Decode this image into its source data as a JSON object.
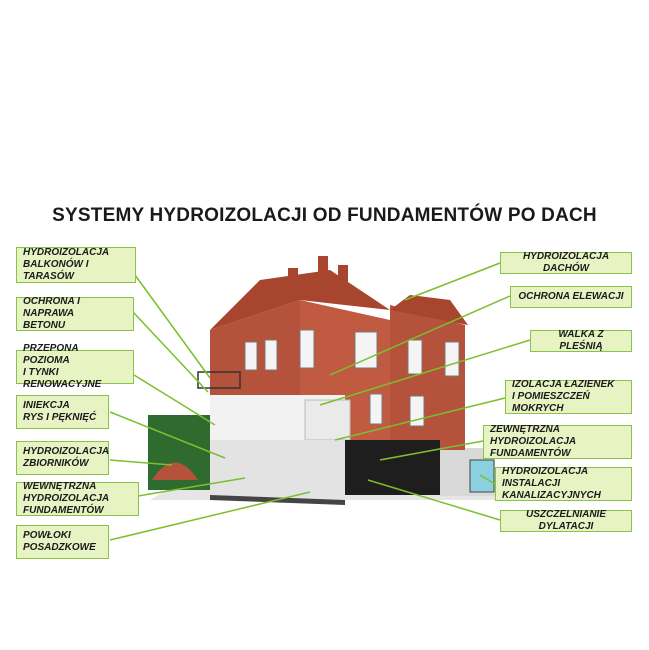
{
  "title": "SYSTEMY HYDROIZOLACJI OD FUNDAMENTÓW PO DACH",
  "left_labels": [
    {
      "l1": "HYDROIZOLACJA",
      "l2": "BALKONÓW I TARASÓW"
    },
    {
      "l1": "OCHRONA I NAPRAWA",
      "l2": "BETONU"
    },
    {
      "l1": "PRZEPONA POZIOMA",
      "l2": "I TYNKI RENOWACYJNE"
    },
    {
      "l1": "INIEKCJA",
      "l2": "RYS I PĘKNIĘĆ"
    },
    {
      "l1": "HYDROIZOLACJA",
      "l2": "ZBIORNIKÓW"
    },
    {
      "l1": "WEWNĘTRZNA HYDROIZOLACJA",
      "l2": "FUNDAMENTÓW"
    },
    {
      "l1": "POWŁOKI",
      "l2": "POSADZKOWE"
    }
  ],
  "right_labels": [
    {
      "l1": "HYDROIZOLACJA DACHÓW",
      "l2": ""
    },
    {
      "l1": "OCHRONA ELEWACJI",
      "l2": ""
    },
    {
      "l1": "WALKA Z PLEŚNIĄ",
      "l2": ""
    },
    {
      "l1": "IZOLACJA ŁAZIENEK",
      "l2": "I POMIESZCZEŃ MOKRYCH"
    },
    {
      "l1": "ZEWNĘTRZNA HYDROIZOLACJA",
      "l2": "FUNDAMENTÓW"
    },
    {
      "l1": "HYDROIZOLACJA INSTALACJI",
      "l2": "KANALIZACYJNYCH"
    },
    {
      "l1": "USZCZELNIANIE DYLATACJI",
      "l2": ""
    }
  ],
  "colors": {
    "label_bg": "#e8f3c4",
    "label_border": "#8bc34a",
    "leader": "#7cbf2e",
    "brick": "#b5523b",
    "roof": "#a8452e"
  }
}
